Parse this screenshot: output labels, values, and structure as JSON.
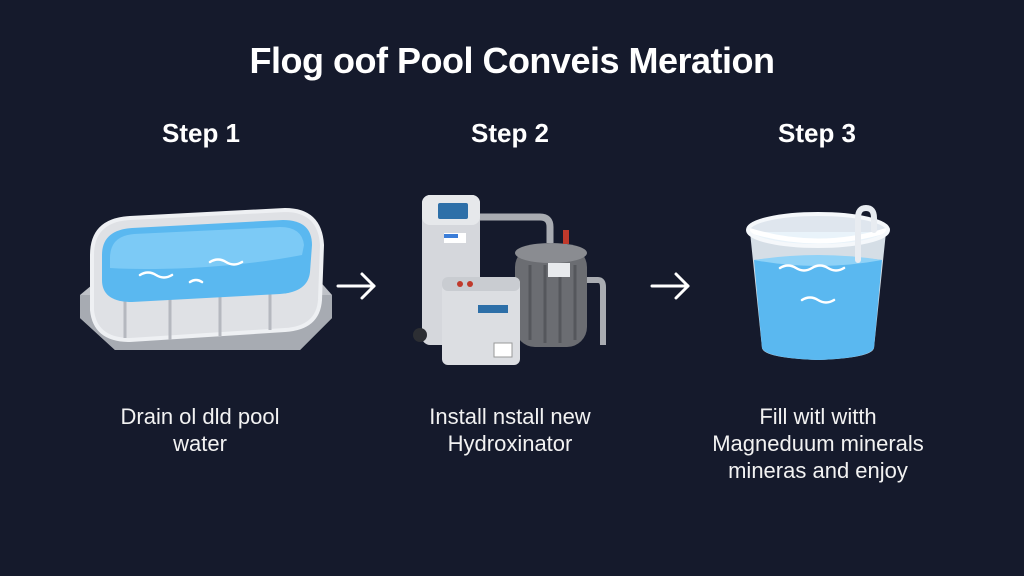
{
  "title": "Flog oof Pool Conveis Meration",
  "steps": [
    {
      "label": "Step 1",
      "caption_lines": [
        "Drain ol dld pool",
        "water"
      ]
    },
    {
      "label": "Step 2",
      "caption_lines": [
        "Install nstall new",
        "Hydroxinator"
      ]
    },
    {
      "label": "Step 3",
      "caption_lines": [
        "Fill witl witth",
        "Magneduum minerals",
        "mineras and enjoy"
      ]
    }
  ],
  "icons": [
    "pool-icon",
    "arrow-right-icon",
    "hydroxinator-icon",
    "arrow-right-icon",
    "water-bucket-icon"
  ],
  "colors": {
    "background": "#151a2c",
    "text": "#ffffff",
    "water": "#5ab8f0",
    "equipment": "#d5d7dc",
    "tank": "#6b6d72"
  }
}
